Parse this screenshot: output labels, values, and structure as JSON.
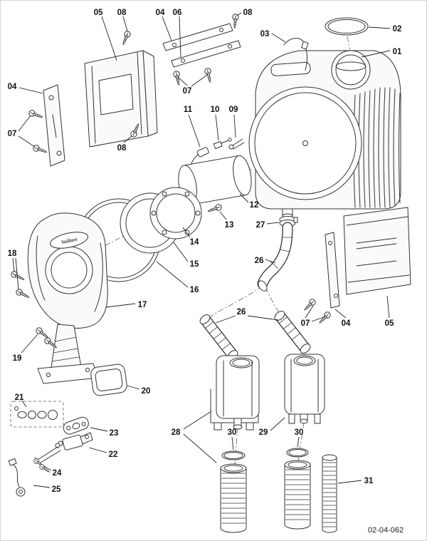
{
  "figure": {
    "type": "exploded-parts-diagram",
    "brand_badge": "Vaillant",
    "drawing_number": "02-04-062",
    "callouts": [
      "05",
      "08",
      "04",
      "06",
      "08",
      "03",
      "02",
      "01",
      "04",
      "07",
      "07",
      "11",
      "10",
      "09",
      "08",
      "12",
      "13",
      "27",
      "14",
      "26",
      "15",
      "18",
      "16",
      "17",
      "26",
      "07",
      "04",
      "05",
      "19",
      "20",
      "21",
      "23",
      "28",
      "30",
      "29",
      "30",
      "22",
      "24",
      "25",
      "31"
    ]
  }
}
